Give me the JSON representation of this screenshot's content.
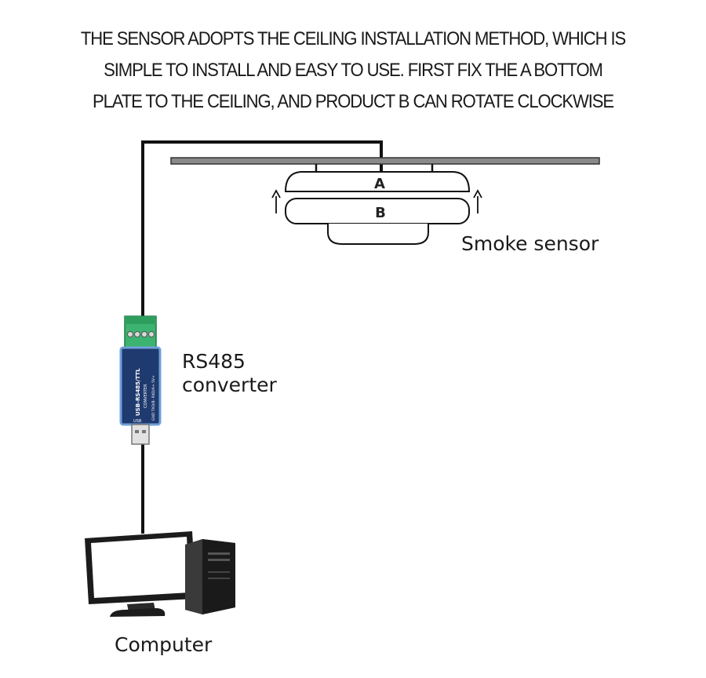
{
  "title_lines": [
    "THE SENSOR ADOPTS THE CEILING INSTALLATION METHOD, WHICH IS",
    "SIMPLE TO INSTALL AND EASY TO USE. FIRST FIX THE A BOTTOM",
    "PLATE TO THE CEILING, AND PRODUCT B CAN ROTATE CLOCKWISE"
  ],
  "sensor": {
    "part_a": "A",
    "part_b": "B",
    "label": "Smoke sensor"
  },
  "converter": {
    "label_line1": "RS485",
    "label_line2": "converter",
    "device_text_main": "USB-RS485/TTL",
    "device_text_sub": "CONVERTER",
    "device_text_usb": "USB",
    "device_text_pins": "GND TXD/B- RXD/A+ 5V+"
  },
  "computer": {
    "label": "Computer"
  },
  "colors": {
    "line": "#111111",
    "ceiling": "#8a8a8a",
    "terminal": "#3cb371",
    "converter_body": "#1f3a6e",
    "monitor": "#1c1c1c"
  }
}
